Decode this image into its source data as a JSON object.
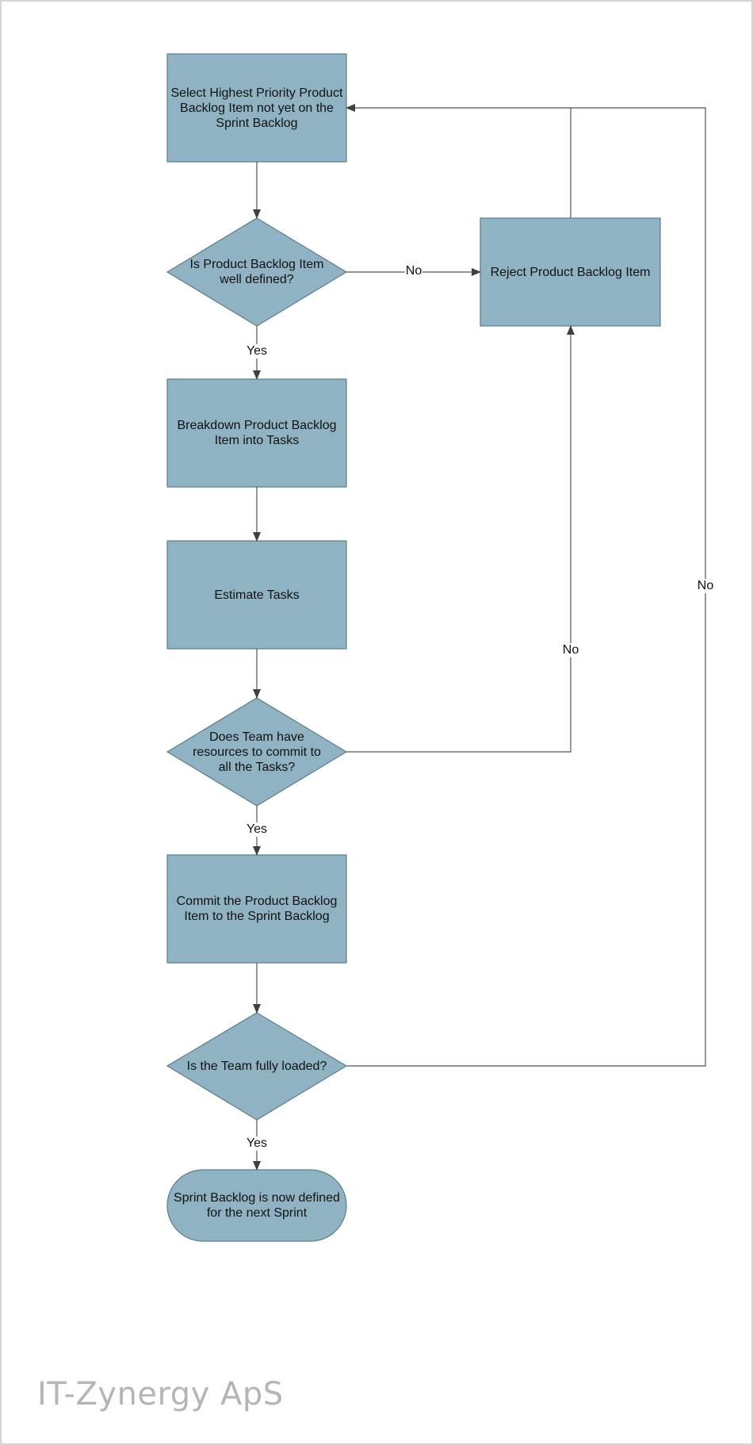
{
  "diagram": {
    "nodes": {
      "select_item": "Select Highest Priority Product\nBacklog Item not yet on the\nSprint Backlog",
      "well_defined": "Is Product Backlog Item\nwell defined?",
      "reject_item": "Reject Product Backlog Item",
      "breakdown": "Breakdown Product Backlog\nItem into Tasks",
      "estimate": "Estimate Tasks",
      "resources": "Does Team have\nresources to commit to\nall the Tasks?",
      "commit": "Commit the Product Backlog\nItem to the Sprint Backlog",
      "fully_loaded": "Is the Team fully loaded?",
      "done": "Sprint Backlog is now defined\nfor the next Sprint"
    },
    "edges": {
      "well_defined_no": "No",
      "well_defined_yes": "Yes",
      "resources_no": "No",
      "resources_yes": "Yes",
      "fully_loaded_no": "No",
      "fully_loaded_yes": "Yes"
    },
    "colors": {
      "shape_fill": "#8fb3c2",
      "shape_stroke": "#5d7d8a",
      "connector": "#555555"
    }
  },
  "footer": {
    "brand": "IT-Zynergy ApS"
  }
}
